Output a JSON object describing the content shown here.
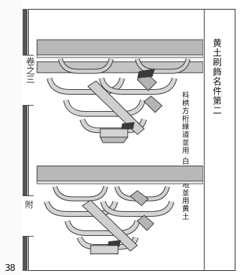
{
  "page": {
    "page_number": "38",
    "title": "黄土刷飾名件第二",
    "note_col1": "枓栱方桁縁道並用",
    "note_col2": "白身內地並用黄土",
    "edge_top": "卷之三",
    "edge_bottom": "附"
  }
}
